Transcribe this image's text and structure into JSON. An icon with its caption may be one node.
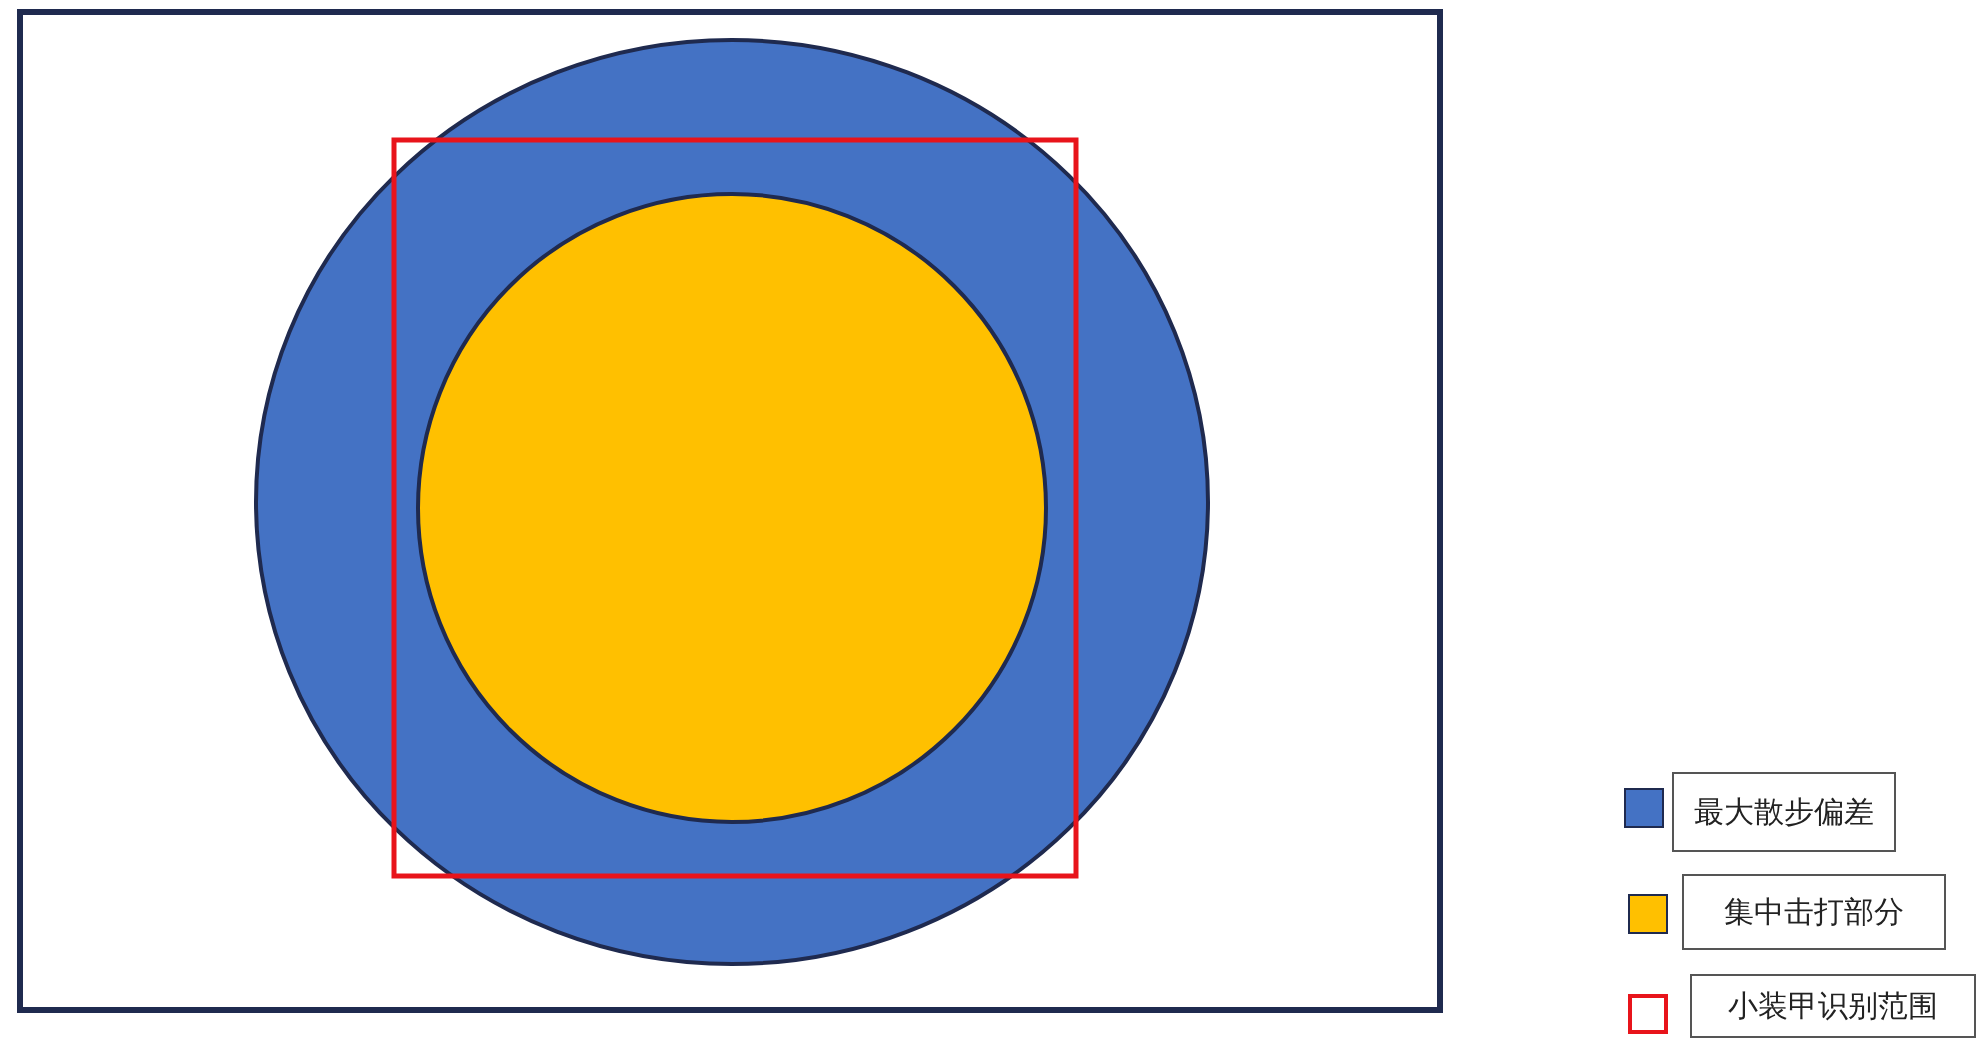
{
  "diagram": {
    "legend": [
      {
        "text": "最大散步偏差",
        "color": "#4472c4"
      },
      {
        "text": "集中击打部分",
        "color": "#ffc000"
      },
      {
        "text": "小装甲识别范围"
      }
    ]
  }
}
